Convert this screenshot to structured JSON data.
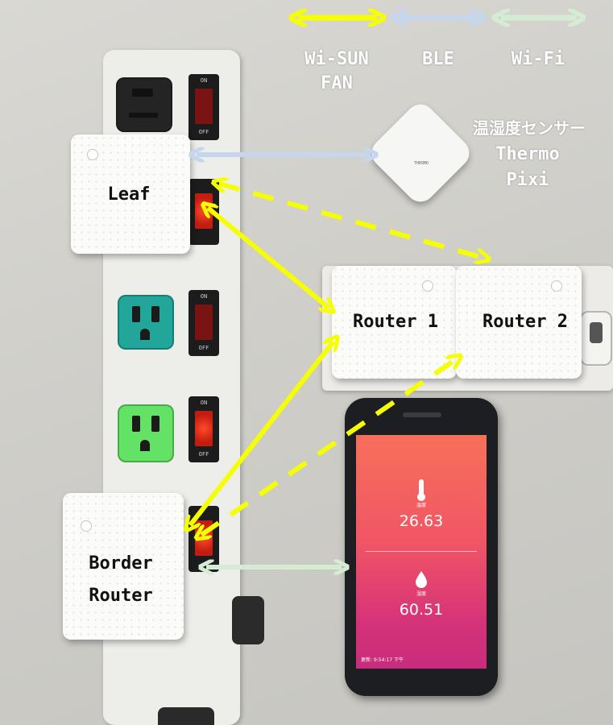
{
  "legend": {
    "items": [
      {
        "label": "Wi-SUN\nFAN",
        "line1": "Wi-SUN",
        "line2": "FAN",
        "color": "#f5ff00"
      },
      {
        "label": "BLE",
        "line1": "BLE",
        "line2": "",
        "color": "#c6d6ec"
      },
      {
        "label": "Wi-Fi",
        "line1": "Wi-Fi",
        "line2": "",
        "color": "#d4ecd4"
      }
    ]
  },
  "devices": {
    "leaf": "Leaf",
    "router1": "Router 1",
    "router2": "Router 2",
    "border_router_line1": "Border",
    "border_router_line2": "Router"
  },
  "sensor": {
    "line1": "温湿度センサー",
    "line2": "Thermo",
    "line3": "Pixi",
    "device_text": "THERMO"
  },
  "phone": {
    "temperature": "26.63",
    "temperature_label": "温度",
    "humidity": "60.51",
    "humidity_label": "湿度",
    "status": "更新: 9:54:17 下午"
  },
  "strip": {
    "switch_on": "ON",
    "switch_off": "OFF"
  },
  "colors": {
    "wisun": "#f5ff00",
    "ble": "#c6d6ec",
    "wifi": "#d4ecd4",
    "outlet_teal": "#22a69a",
    "outlet_green": "#63e266"
  }
}
